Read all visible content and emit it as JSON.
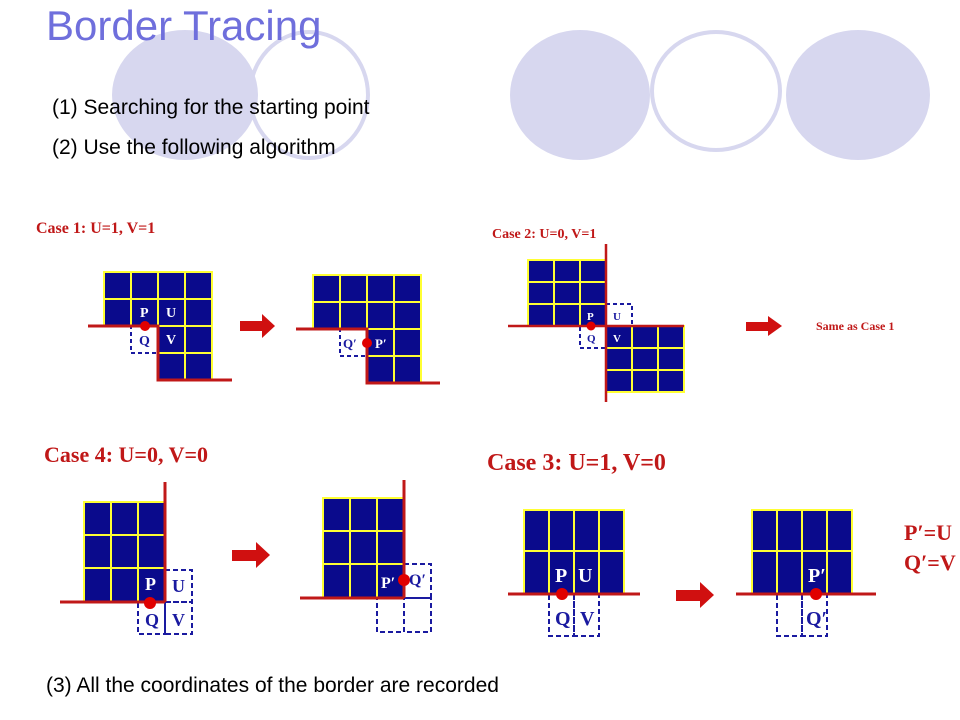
{
  "title": "Border Tracing",
  "steps": [
    "(1) Searching for the starting point",
    "(2) Use the following algorithm",
    "(3) All the coordinates of the border are recorded"
  ],
  "cases": {
    "case1": "Case 1:  U=1, V=1",
    "case2": "Case 2:  U=0, V=1",
    "case3": "Case 3:  U=1, V=0",
    "case4": "Case 4:  U=0, V=0"
  },
  "labels": {
    "p": "P",
    "u": "U",
    "q": "Q",
    "v": "V",
    "p_prime": "P′",
    "q_prime": "Q′",
    "same_as_case1": "Same as Case 1",
    "result_p": "P′=U",
    "result_q": "Q′=V"
  },
  "colors": {
    "accent": "#6f6fdc",
    "decor": "#d7d7ef",
    "pixel_fill": "#0a0a8c",
    "grid_line": "#ffff33",
    "border": "#c01818",
    "dashed": "#1a1aa0"
  }
}
